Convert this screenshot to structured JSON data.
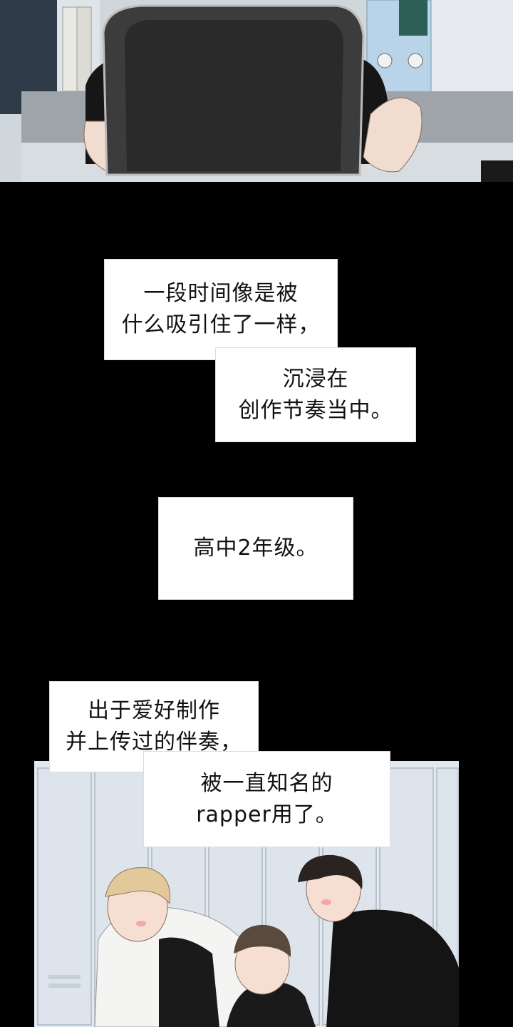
{
  "captions": {
    "c1": {
      "line1": "一段时间像是被",
      "line2": "什么吸引住了一样，"
    },
    "c2": {
      "line1": "沉浸在",
      "line2": "创作节奏当中。"
    },
    "c3": {
      "line1": "高中2年级。"
    },
    "c4": {
      "line1": "出于爱好制作",
      "line2": "并上传过的伴奏，"
    },
    "c5": {
      "line1": "被一直知名的",
      "line2": "rapper用了。"
    }
  }
}
